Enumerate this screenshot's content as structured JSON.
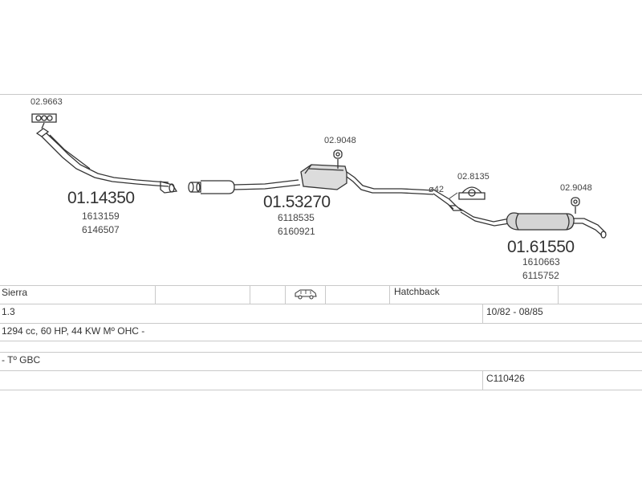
{
  "diagram": {
    "parts": [
      {
        "small_code": "02.9663",
        "part_no": "01.14350",
        "oe": [
          "1613159",
          "6146507"
        ]
      },
      {
        "small_code": "02.9048",
        "part_no": "01.53270",
        "oe": [
          "6118535",
          "6160921"
        ]
      },
      {
        "small_code": "02.8135"
      },
      {
        "small_code": "02.9048",
        "part_no": "01.61550",
        "oe": [
          "1610663",
          "6115752"
        ]
      }
    ],
    "diameter_label": "ø42"
  },
  "table": {
    "model": "Sierra",
    "body_type": "Hatchback",
    "body_icon": "car-icon",
    "engine_size": "1.3",
    "years": "10/82 - 08/85",
    "engine_desc": "1294 cc, 60 HP, 44 KW Mº OHC -",
    "variant": "- Tº GBC",
    "code": "C110426"
  }
}
